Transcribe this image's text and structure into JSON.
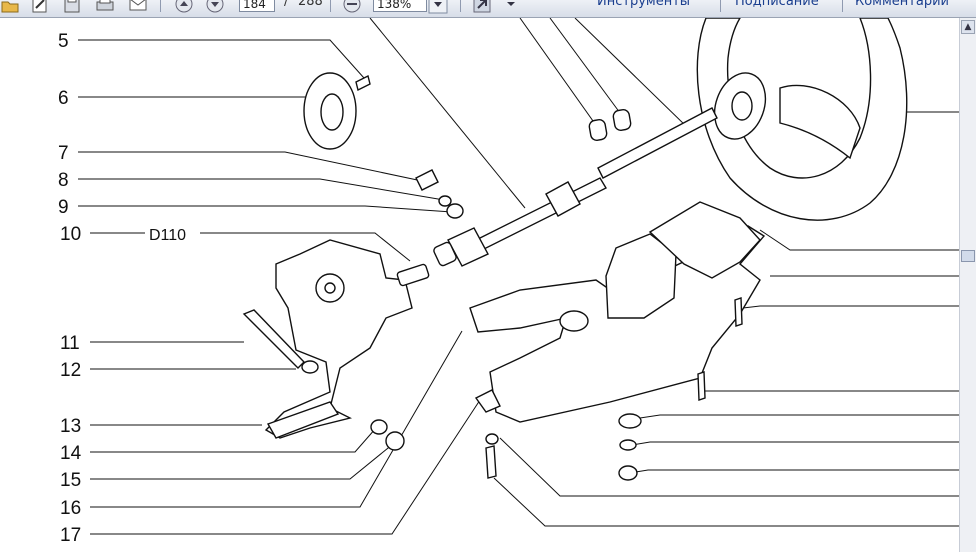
{
  "toolbar": {
    "page_current": "184",
    "page_separator": "/",
    "page_total": "288",
    "zoom": "138%",
    "menu_tools": "Инструменты",
    "menu_sign": "Подписание",
    "menu_comment": "Комментарии",
    "icons": [
      "folder-icon",
      "edit-icon",
      "save-icon",
      "print-icon",
      "mail-icon",
      "prev-page-icon",
      "next-page-icon",
      "zoom-out-icon",
      "zoom-dropdown-icon",
      "export-icon"
    ]
  },
  "diagram": {
    "callouts": [
      "5",
      "6",
      "7",
      "8",
      "9",
      "10",
      "11",
      "12",
      "13",
      "14",
      "15",
      "16",
      "17"
    ],
    "code_label": "D110"
  }
}
